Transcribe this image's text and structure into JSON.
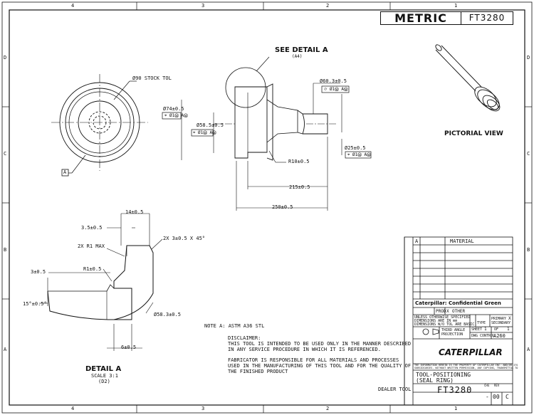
{
  "frame": {
    "top_zones": [
      "4",
      "3",
      "2",
      "1"
    ],
    "bottom_zones": [
      "4",
      "3",
      "2",
      "1"
    ],
    "side_zones": [
      "D",
      "C",
      "B",
      "A"
    ]
  },
  "header": {
    "metric": "METRIC",
    "tool_number": "FT3280"
  },
  "detail_callout": {
    "title": "SEE DETAIL A",
    "ref": "(A4)"
  },
  "front_view": {
    "stock_tol": "Ø90 STOCK TOL",
    "datum": "A"
  },
  "side_view": {
    "dim_74": "Ø74±0.5",
    "dim_58": "Ø58.5±0.5",
    "dim_60": "Ø60.3±0.5",
    "dim_25": "Ø25±0.5",
    "radius": "R10±0.5",
    "len_215": "215±0.5",
    "len_250": "250±0.5",
    "fcf": {
      "flat": "⌭",
      "pos": "⌖",
      "zero": "Ø1Ⓜ",
      "datum": "AⓂ"
    }
  },
  "pictorial": {
    "label": "PICTORIAL VIEW"
  },
  "detail_a": {
    "d14": "14±0.5",
    "d35": "3.5±0.5",
    "chamfer": "2X 3±0.5 X 45°",
    "r1max": "2X R1 MAX",
    "r1": "R1±0.5",
    "d3": "3±0.5",
    "ang15": "15°±0.5°",
    "dia58": "Ø58.3±0.5",
    "d6": "6±0.5",
    "title": "DETAIL A",
    "scale": "SCALE 3:1",
    "ref": "(D2)"
  },
  "notes": {
    "note_a": "NOTE A: ASTM A36 STL",
    "disclaimer_title": "DISCLAIMER:",
    "disclaimer_1": "THIS TOOL IS INTENDED TO BE USED ONLY IN THE MANNER DESCRIBED",
    "disclaimer_2": "IN ANY SERVICE PROCEDURE IN WHICH IT IS REFERENCED.",
    "fab_1": "FABRICATOR IS RESPONSIBLE FOR ALL MATERIALS AND PROCESSES",
    "fab_2": "USED IN THE MANUFACTURING OF THIS TOOL AND FOR THE QUALITY OF",
    "fab_3": "THE FINISHED PRODUCT",
    "dealer_tool": "DEALER TOOL"
  },
  "title_block": {
    "material_col": "A",
    "material_header": "MATERIAL",
    "confidential": "Caterpillar: Confidential Green",
    "prod": "PROD",
    "other": "OTHER",
    "other_mark": "X",
    "unless_1": "UNLESS OTHERWISE SPECIFIED",
    "unless_2": "DIMENSIONS ARE IN mm",
    "unless_3": "DIMENSIONS W/O TOL ARE BASIC",
    "primary": "PRIMARY",
    "primary_mark": "X",
    "type": "TYPE",
    "secondary": "SECONDARY",
    "projection_1": "THIRD ANGLE",
    "projection_2": "PROJECTION",
    "sheet": "SHEET",
    "sheet_no": "1",
    "of": "OF",
    "of_no": "1",
    "dwg_control": "DWG CONTROL",
    "dwg_control_val": "A260",
    "brand": "CATERPILLAR",
    "fine_print_1": "THE INFORMATION HEREIN IS THE PROPERTY OF CATERPILLAR INC. AND/OR ITS",
    "fine_print_2": "SUBSIDIARIES. WITHOUT WRITTEN PERMISSION, ANY COPYING, TRANSMITTAL TO",
    "title_1": "TOOL-POSITIONING",
    "title_2": "(SEAL RING)",
    "part_no": "FT3280",
    "chg_label": "CHG",
    "chg": "-",
    "rev_label": "REV",
    "rev": "00",
    "size": "C"
  }
}
